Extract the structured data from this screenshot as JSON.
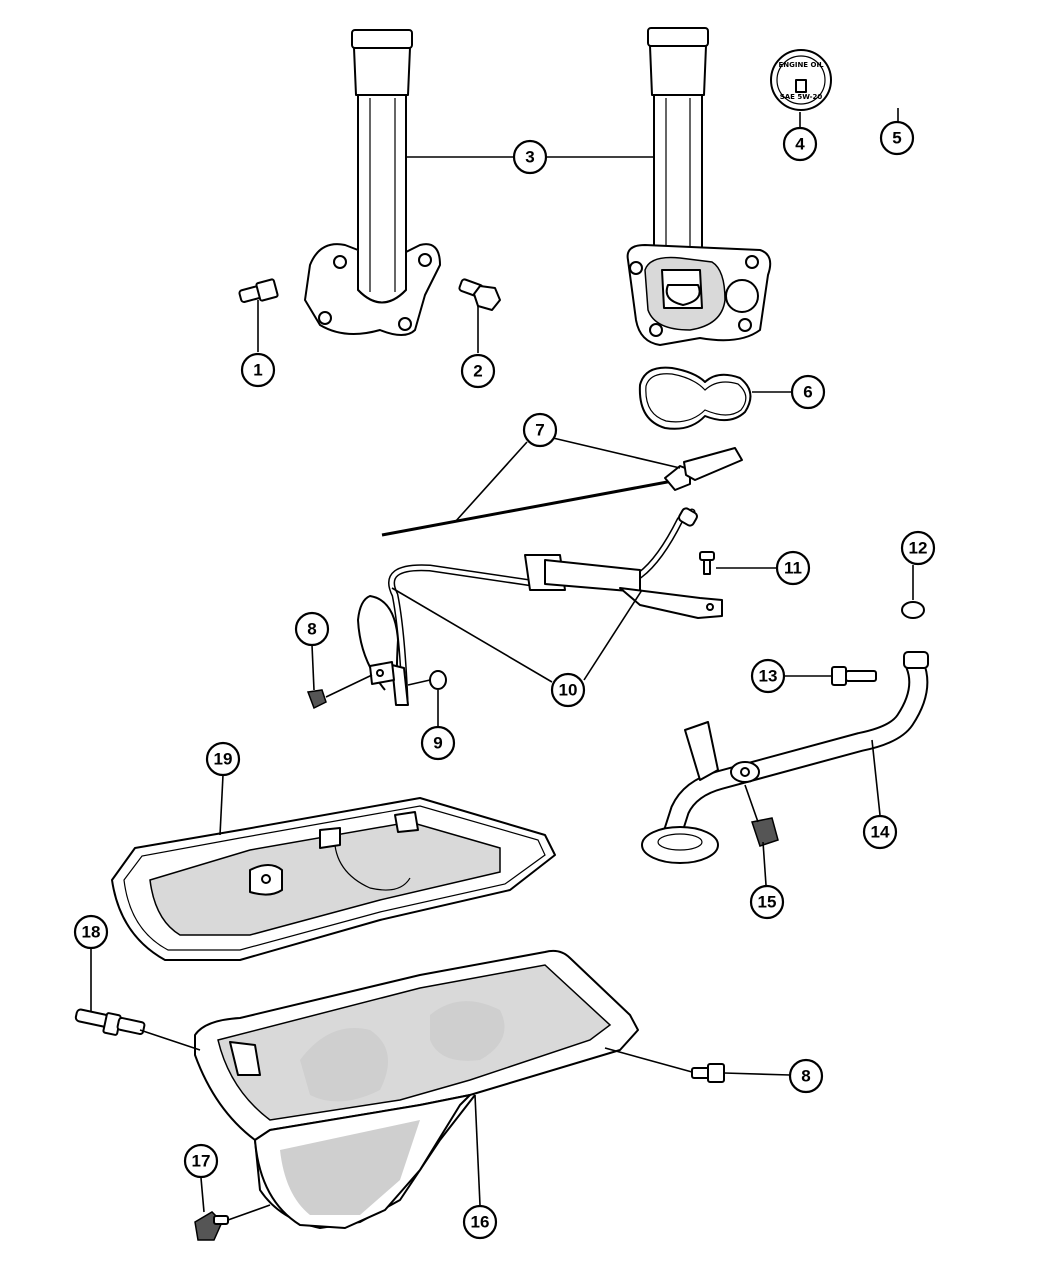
{
  "diagram": {
    "callouts": [
      "1",
      "2",
      "3",
      "4",
      "5",
      "6",
      "7",
      "8",
      "9",
      "10",
      "11",
      "12",
      "13",
      "14",
      "15",
      "16",
      "17",
      "18",
      "19",
      "8"
    ],
    "oil_cap_text": {
      "line1": "ENGINE OIL",
      "line2": "SAE 5W-20"
    }
  }
}
